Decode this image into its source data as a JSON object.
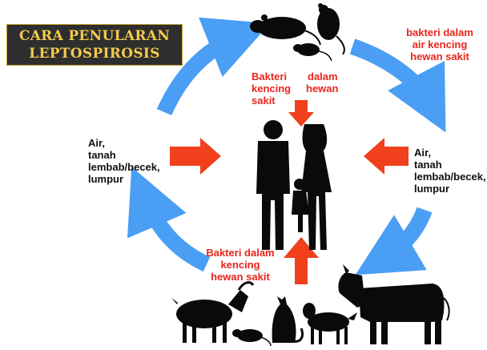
{
  "title": {
    "line1": "CARA PENULARAN",
    "line2": "LEPTOSPIROSIS"
  },
  "labels": {
    "top_right": [
      "bakteri dalam",
      "air kencing",
      "hewan sakit"
    ],
    "center_top": {
      "line1_a": "Bakteri",
      "line1_b": "dalam",
      "line2_a": "kencing",
      "line2_b": "hewan",
      "line3": "sakit"
    },
    "left": [
      "Air,",
      "tanah",
      "lembab/becek,",
      "lumpur"
    ],
    "right": [
      "Air,",
      "tanah",
      "lembab/becek,",
      "lumpur"
    ],
    "bottom_center": [
      "Bakteri dalam",
      "kencing",
      "hewan sakit"
    ]
  },
  "colors": {
    "cycle_arrow": "#4a9ff5",
    "red_arrow": "#f0401c",
    "red_text": "#e8251b",
    "title_bg": "#2e2e2e",
    "title_text": "#f2c94c",
    "silhouette": "#0a0a0a"
  },
  "icons": [
    "rat-icon",
    "family-silhouette",
    "goat-icon",
    "cat-icon",
    "dog-icon",
    "cow-icon"
  ]
}
